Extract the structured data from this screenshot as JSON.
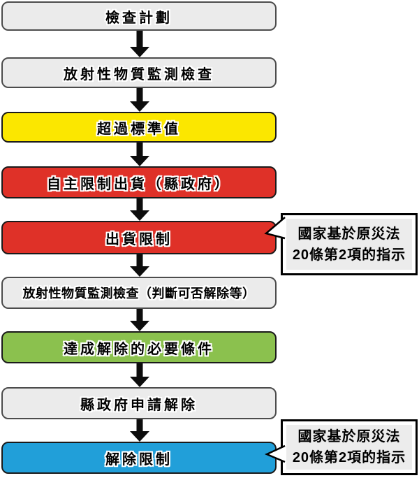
{
  "flowchart": {
    "boxes": [
      {
        "label": "檢查計劃",
        "fill": "#EBEBEB"
      },
      {
        "label": "放射性物質監測檢查",
        "fill": "#EBEBEB"
      },
      {
        "label": "超過標準值",
        "fill": "#FBE700"
      },
      {
        "label": "自主限制出貨（縣政府）",
        "fill": "#DF3128"
      },
      {
        "label": "出貨限制",
        "fill": "#DF3128"
      },
      {
        "label": "放射性物質監測檢查（判斷可否解除等）",
        "fill": "#EBEBEB"
      },
      {
        "label": "達成解除的必要條件",
        "fill": "#8BC14E"
      },
      {
        "label": "縣政府申請解除",
        "fill": "#EBEBEB"
      },
      {
        "label": "解除限制",
        "fill": "#219FD9"
      }
    ],
    "callouts": [
      {
        "line1": "國家基於原災法",
        "line2": "20條第2項的指示",
        "points_to": "出貨限制"
      },
      {
        "line1": "國家基於原災法",
        "line2": "20條第2項的指示",
        "points_to": "解除限制"
      }
    ],
    "arrow_color": "#0D0D0D",
    "callout_fill": "#ECECEC"
  }
}
